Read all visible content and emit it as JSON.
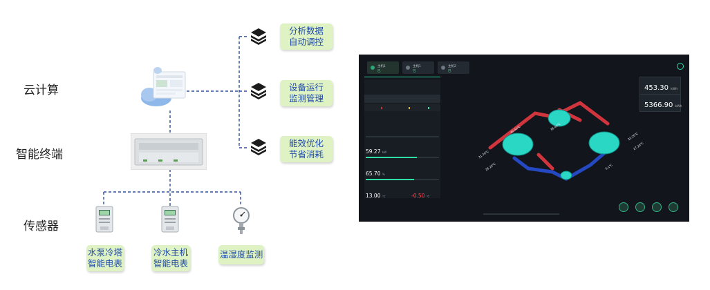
{
  "tiers": {
    "cloud": "云计算",
    "terminal": "智能终端",
    "sensor": "传感器"
  },
  "cloud_functions": [
    {
      "line1": "分析数据",
      "line2": "自动调控"
    },
    {
      "line1": "设备运行",
      "line2": "监测管理"
    },
    {
      "line1": "能效优化",
      "line2": "节省消耗"
    }
  ],
  "sensors": [
    {
      "line1": "水泵冷塔",
      "line2": "智能电表"
    },
    {
      "line1": "冷水主机",
      "line2": "智能电表"
    },
    {
      "line1": "温湿度监测",
      "line2": ""
    }
  ],
  "icons": {
    "layers": "layers-icon",
    "cloud": "cloud-computer-icon",
    "terminal": "controller-device-icon",
    "meter": "smart-meter-icon",
    "gauge": "pressure-gauge-icon"
  },
  "colors": {
    "line": "#2f4f9a",
    "box_bg": "#dff2c4",
    "box_text": "#1f4aa8",
    "dash_bg": "#12161c",
    "accent": "#2ee0a6",
    "hot_pipe": "#d0343c",
    "cold_pipe": "#2449c2"
  },
  "dashboard": {
    "tabs": [
      {
        "a": "主机1",
        "b": "已"
      },
      {
        "a": "主机1",
        "b": "已"
      },
      {
        "a": "主机2",
        "b": "已"
      }
    ],
    "metrics": [
      {
        "value": "59.27",
        "unit": "kW"
      },
      {
        "value": "65.70",
        "unit": "%"
      },
      {
        "value": "13.00",
        "unit": "℃"
      }
    ],
    "secondary_value": "-0.50",
    "secondary_unit": "℃",
    "cards": [
      {
        "value": "453.30",
        "unit": "kWh"
      },
      {
        "value": "5366.90",
        "unit": "kWh"
      }
    ],
    "pipe_temps": [
      "40.40℃",
      "36.40℃",
      "31.70℃",
      "28.20℃",
      "32.20℃",
      "27.20℃",
      "6.1℃"
    ]
  }
}
